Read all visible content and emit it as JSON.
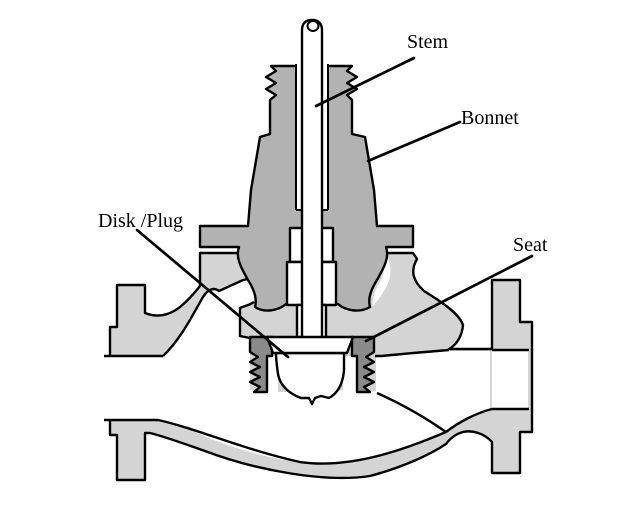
{
  "diagram": {
    "type": "globe-valve-cross-section",
    "labels": {
      "stem": "Stem",
      "bonnet": "Bonnet",
      "disk_plug": "Disk /Plug",
      "seat": "Seat"
    },
    "colors": {
      "body_gray": "#d4d4d4",
      "bonnet_gray": "#b2b2b2",
      "seat_gray": "#8a8a8a",
      "outline": "#000000",
      "background": "#ffffff"
    }
  }
}
